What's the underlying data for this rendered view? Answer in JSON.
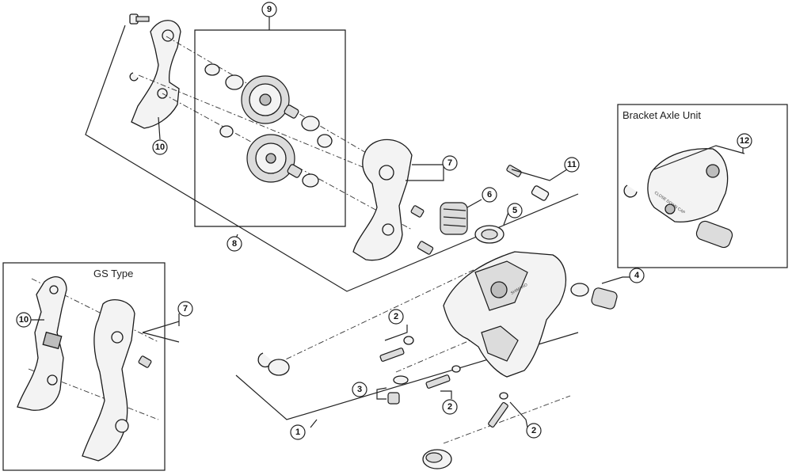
{
  "panels": {
    "bracket_axle_unit": {
      "title": "Bracket Axle Unit"
    },
    "gs_type": {
      "title": "GS Type"
    }
  },
  "callouts": {
    "c1": "1",
    "c2a": "2",
    "c2b": "2",
    "c2c": "2",
    "c3": "3",
    "c4": "4",
    "c5": "5",
    "c6": "6",
    "c7": "7",
    "c7gs": "7",
    "c8": "8",
    "c9": "9",
    "c10": "10",
    "c10gs": "10",
    "c11": "11",
    "c12": "12"
  },
  "part_markings": {
    "shimano_logo": "SHIMANO",
    "bracket_text": "CLOSE DOWN CAP"
  }
}
